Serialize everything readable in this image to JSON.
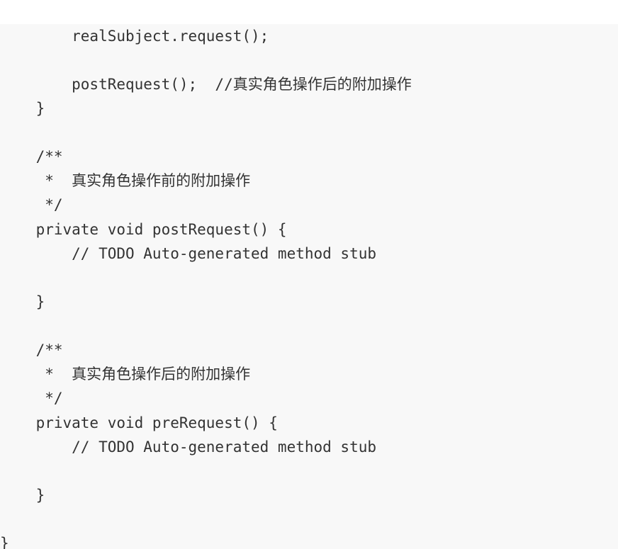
{
  "code": {
    "lines": [
      "        realSubject.request();",
      "",
      "        postRequest();  //真实角色操作后的附加操作",
      "    }",
      "",
      "    /**",
      "     *  真实角色操作前的附加操作",
      "     */",
      "    private void postRequest() {",
      "        // TODO Auto-generated method stub",
      "",
      "    }",
      "",
      "    /**",
      "     *  真实角色操作后的附加操作",
      "     */",
      "    private void preRequest() {",
      "        // TODO Auto-generated method stub",
      "",
      "    }",
      "",
      "}"
    ]
  },
  "colors": {
    "code_background": "#f8f8f8",
    "code_text": "#333333",
    "page_background": "#ffffff"
  }
}
